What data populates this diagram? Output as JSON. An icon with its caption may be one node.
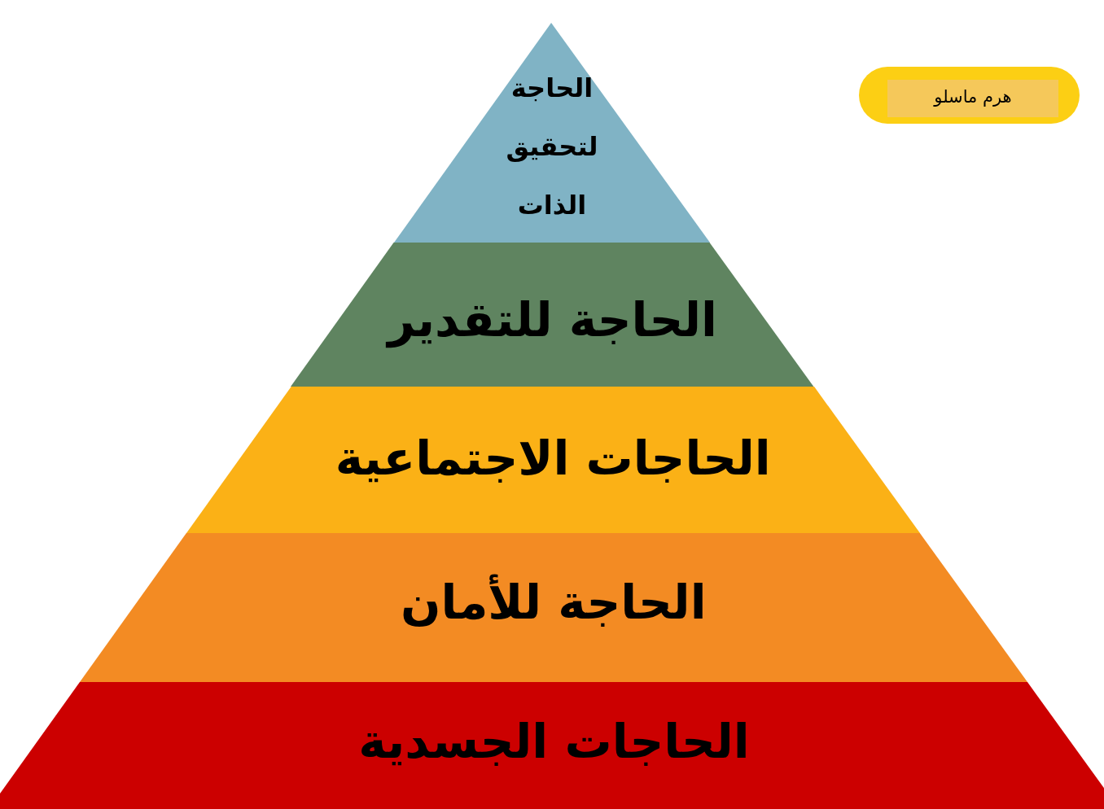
{
  "diagram": {
    "nodes": [
      {
        "text": [
          "الحاجة لتحقيق الذات"
        ]
      },
      {
        "text": [
          "الحاجة للتقدير"
        ]
      },
      {
        "text": [
          "الحاجات الاجتماعية"
        ]
      },
      {
        "text": [
          "الحاجة للأمان"
        ]
      },
      {
        "text": [
          "الحاجات الجسدية"
        ]
      },
      {
        "text": [
          "هرم ماسلو"
        ]
      }
    ]
  }
}
